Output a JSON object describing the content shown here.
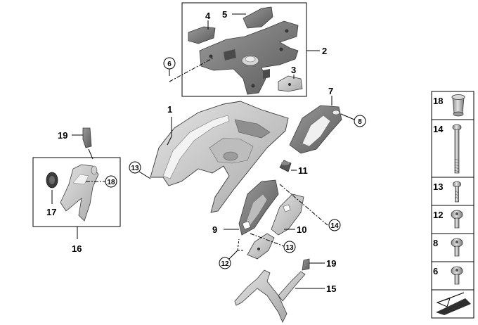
{
  "diagram": {
    "callouts": {
      "c1": "1",
      "c2": "2",
      "c3": "3",
      "c4": "4",
      "c5": "5",
      "c6": "6",
      "c7": "7",
      "c8": "8",
      "c9": "9",
      "c10": "10",
      "c11": "11",
      "c12": "12",
      "c13a": "13",
      "c13b": "13",
      "c14": "14",
      "c15": "15",
      "c16": "16",
      "c17": "17",
      "c18": "18",
      "c19a": "19",
      "c19b": "19"
    },
    "fasteners": [
      {
        "id": "18",
        "icon": "sleeve-nut-icon"
      },
      {
        "id": "14",
        "icon": "long-bolt-icon"
      },
      {
        "id": "13",
        "icon": "short-screw-icon"
      },
      {
        "id": "12",
        "icon": "torx-screw-icon"
      },
      {
        "id": "8",
        "icon": "torx-screw-icon"
      },
      {
        "id": "6",
        "icon": "torx-screw-icon"
      }
    ],
    "colors": {
      "part_light": "#c9c9c9",
      "part_mid": "#a9a9a9",
      "part_dark": "#6e6e6e",
      "outline": "#3a3a3a"
    }
  }
}
